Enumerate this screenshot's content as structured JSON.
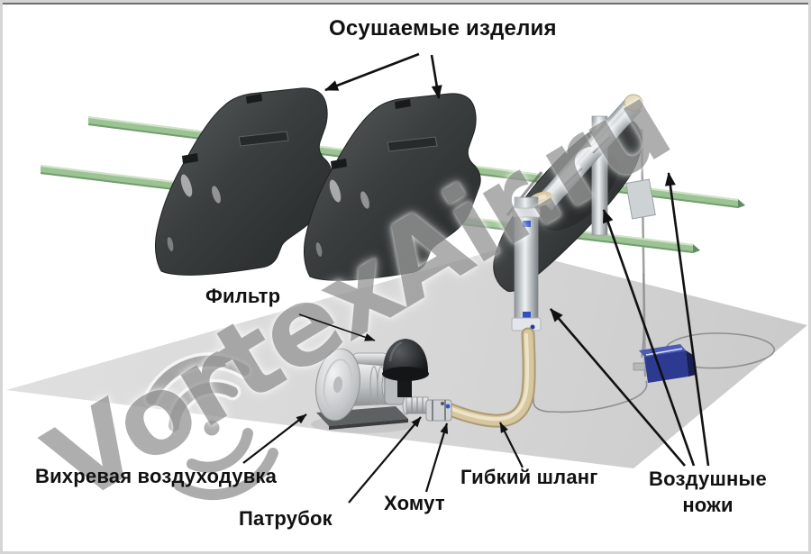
{
  "labels": {
    "dried_products": "Осушаемые изделия",
    "filter": "Фильтр",
    "blower": "Вихревая воздуходувка",
    "pipe": "Патрубок",
    "clamp": "Хомут",
    "hose": "Гибкий шланг",
    "air_knives_line1": "Воздушные",
    "air_knives_line2": "ножи"
  },
  "watermark": {
    "text": "VortexAir.ru"
  },
  "colors": {
    "background": "#ffffff",
    "border": "#d5d5d5",
    "label_text": "#111111",
    "arrow": "#111111",
    "floor": "#d8d8d8",
    "rail_green": "#9cc394",
    "cover_dark": "#3d4141",
    "hose_beige": "#d6c7a0",
    "knife_metal": "#c9cdd1",
    "control_box_blue": "#2c3a92",
    "watermark_gray": "#989898"
  }
}
